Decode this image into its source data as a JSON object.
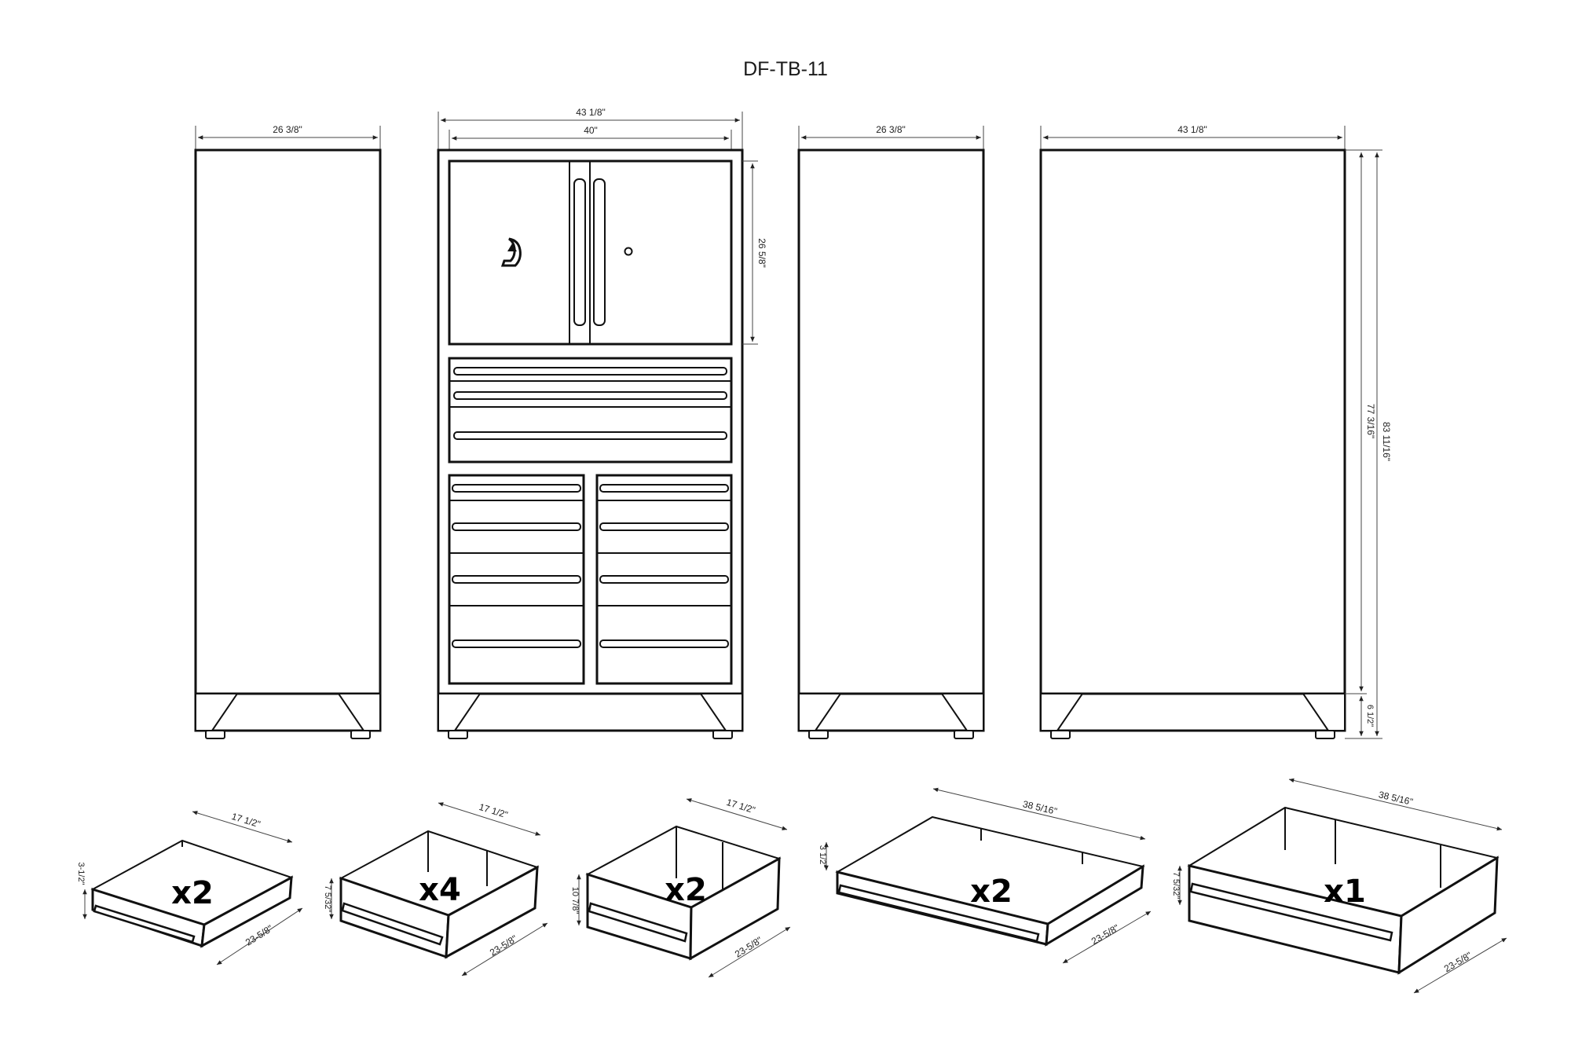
{
  "title": "DF-TB-11",
  "cabinet_dimensions": {
    "side_left_width": "26 3/8\"",
    "front_overall_width": "43 1/8\"",
    "front_inner_width": "40\"",
    "top_cabinet_height": "26 5/8\"",
    "side_right_width": "26 3/8\"",
    "back_width": "43 1/8\"",
    "body_height": "77 3/16\"",
    "overall_height": "83 11/16\"",
    "base_height": "6 1/2\""
  },
  "drawers": [
    {
      "quantity": "x2",
      "width": "17 1/2\"",
      "depth": "23-5/8\"",
      "height": "3-1/2\""
    },
    {
      "quantity": "x4",
      "width": "17 1/2\"",
      "depth": "23-5/8\"",
      "height": "7 5/32\""
    },
    {
      "quantity": "x2",
      "width": "17 1/2\"",
      "depth": "23-5/8\"",
      "height": "10 7/8\""
    },
    {
      "quantity": "x2",
      "width": "38 5/16\"",
      "depth": "23-5/8\"",
      "height": "3 1/2\""
    },
    {
      "quantity": "x1",
      "width": "38 5/16\"",
      "depth": "23-5/8\"",
      "height": "7 5/32\""
    }
  ]
}
